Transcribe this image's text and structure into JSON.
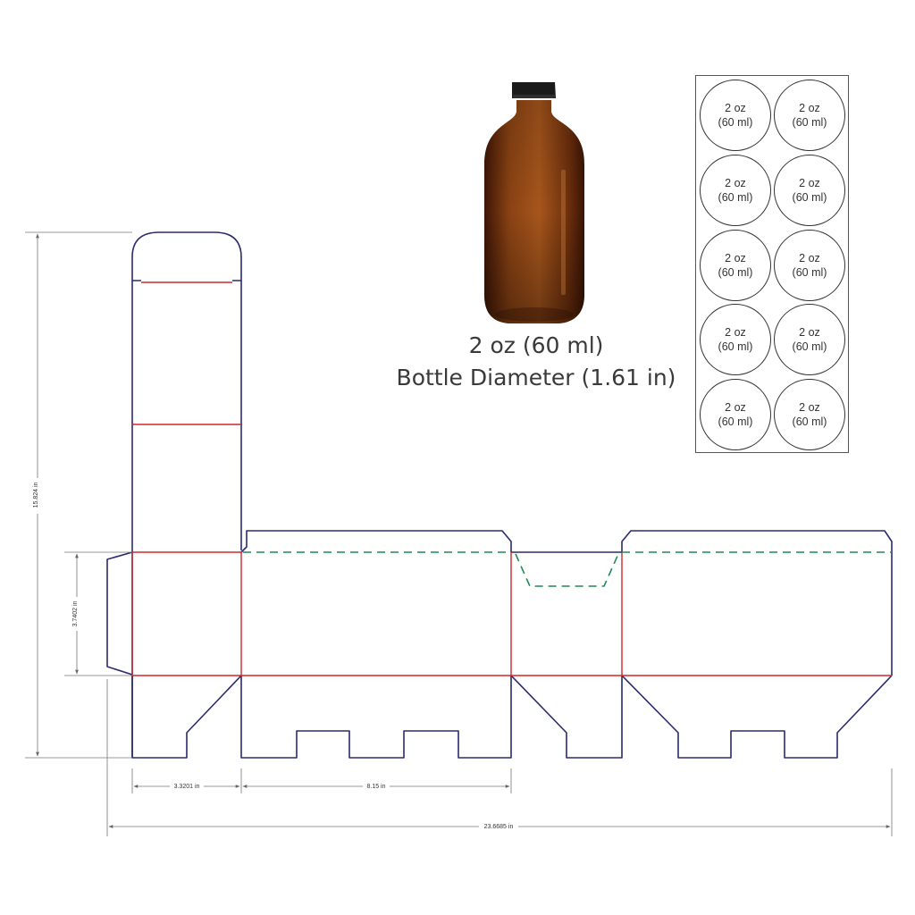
{
  "bottle": {
    "size_label": "2 oz (60 ml)",
    "diameter_label": "Bottle Diameter (1.61 in)"
  },
  "label_sheet": {
    "labels": [
      {
        "line1": "2 oz",
        "line2": "(60 ml)"
      },
      {
        "line1": "2 oz",
        "line2": "(60 ml)"
      },
      {
        "line1": "2 oz",
        "line2": "(60 ml)"
      },
      {
        "line1": "2 oz",
        "line2": "(60 ml)"
      },
      {
        "line1": "2 oz",
        "line2": "(60 ml)"
      },
      {
        "line1": "2 oz",
        "line2": "(60 ml)"
      },
      {
        "line1": "2 oz",
        "line2": "(60 ml)"
      },
      {
        "line1": "2 oz",
        "line2": "(60 ml)"
      },
      {
        "line1": "2 oz",
        "line2": "(60 ml)"
      },
      {
        "line1": "2 oz",
        "line2": "(60 ml)"
      }
    ]
  },
  "dimensions": {
    "total_height": "15.824 in",
    "panel_height": "3.7402 in",
    "side_width": "3.3201 in",
    "front_width": "8.15 in",
    "total_width": "23.6685 in"
  },
  "colors": {
    "cut_line": "#2b2a6e",
    "fold_line": "#d0262c",
    "perforation": "#1f8a55",
    "dimension": "#666666",
    "glass": "#7a3a12",
    "cap": "#1a1a1a"
  }
}
